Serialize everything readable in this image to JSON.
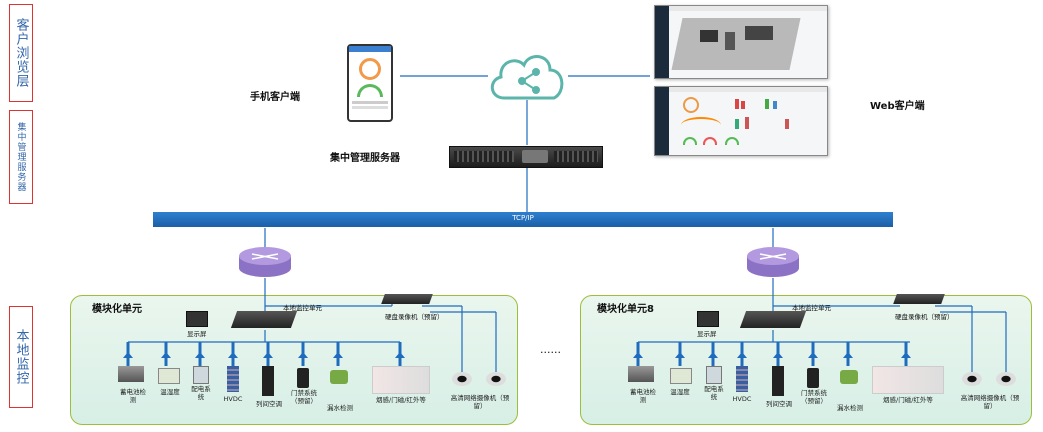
{
  "layers": {
    "browse": "客户浏览层",
    "central": "集中管理服务器",
    "local": "本地监控"
  },
  "top": {
    "mobile_client": "手机客户端",
    "web_client": "Web客户端",
    "central_server": "集中管理服务器"
  },
  "bus_label": "TCP/IP",
  "ellipsis": "......",
  "modules": [
    {
      "title": "模块化单元",
      "monitor_unit": "本地监控单元",
      "nvr": "硬盘录像机（预留）",
      "display": "显示屏",
      "devices": [
        "蓄电池检测",
        "温湿度",
        "配电系统",
        "HVDC",
        "列间空调",
        "门禁系统（预留）",
        "漏水检测",
        "烟感/门磁/红外等",
        "高清网络摄像机（预留）"
      ]
    },
    {
      "title": "模块化单元8",
      "monitor_unit": "本地监控单元",
      "nvr": "硬盘录像机（预留）",
      "display": "显示屏",
      "devices": [
        "蓄电池检测",
        "温湿度",
        "配电系统",
        "HVDC",
        "列间空调",
        "门禁系统（预留）",
        "漏水检测",
        "烟感/门磁/红外等",
        "高清网络摄像机（预留）"
      ]
    }
  ],
  "colors": {
    "bus": "#1f6cbf",
    "module_border": "#9bbf3a",
    "module_fill": "#e3f3ec",
    "router": "#a88fd8",
    "layer_border": "#dd3333",
    "layer_text": "#3366aa",
    "line": "#1f6cbf"
  }
}
